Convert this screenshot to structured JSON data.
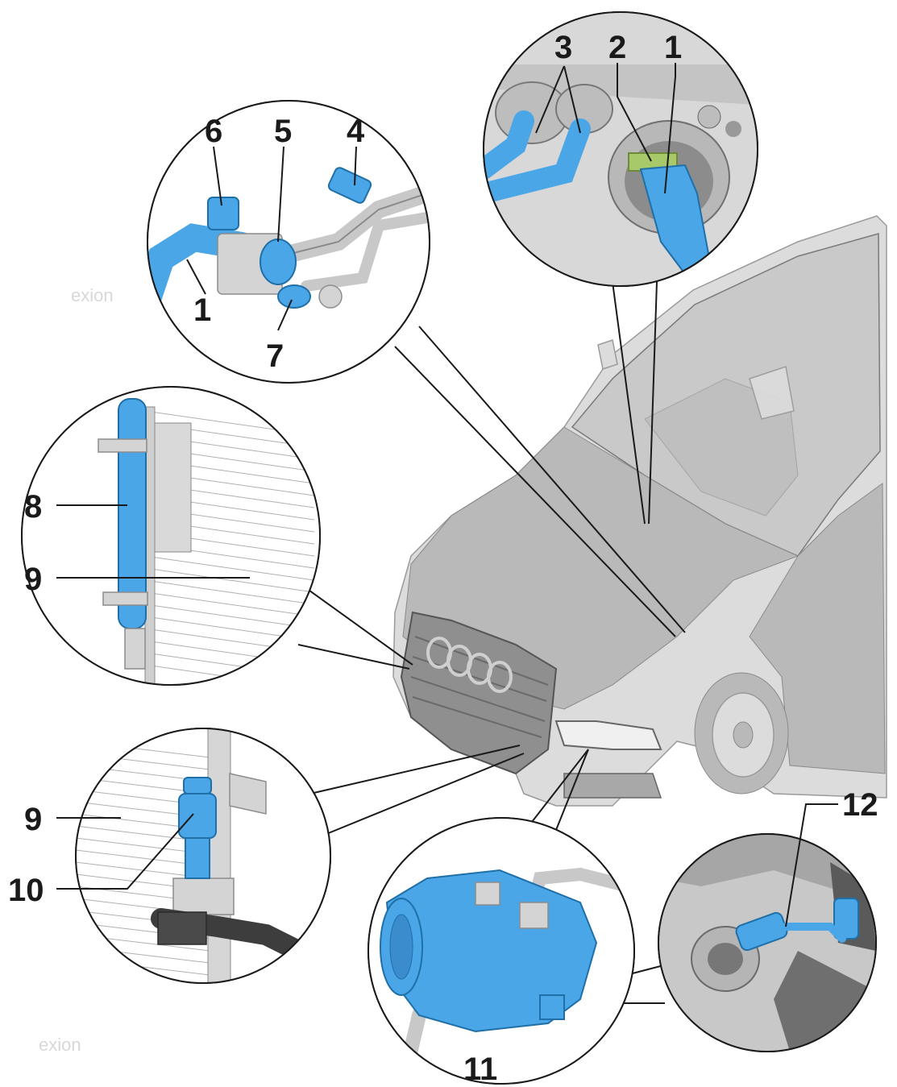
{
  "diagram": {
    "callouts": {
      "c1_top": "1",
      "c2": "2",
      "c3": "3",
      "c4": "4",
      "c5": "5",
      "c6": "6",
      "c1_left": "1",
      "c7": "7",
      "c8": "8",
      "c9_upper": "9",
      "c9_lower": "9",
      "c10": "10",
      "c11": "11",
      "c12": "12"
    },
    "watermarks": {
      "upper": "exion",
      "lower": "exion"
    },
    "colors": {
      "component_highlight": "#4aa6e6",
      "vehicle": "#dcdcdc",
      "outline": "#1a1a1a"
    }
  }
}
